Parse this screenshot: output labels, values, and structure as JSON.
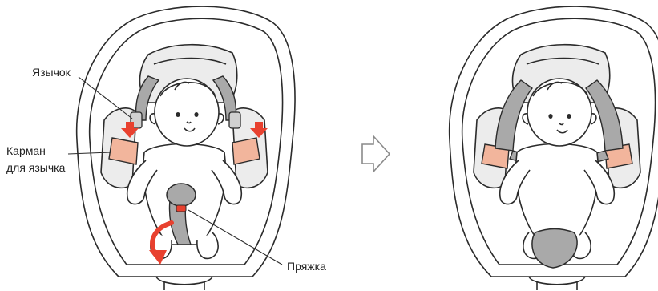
{
  "labels": {
    "tongue": "Язычок",
    "pocket_line1": "Карман",
    "pocket_line2": "для язычка",
    "buckle": "Пряжка"
  },
  "colors": {
    "outline": "#2b2b2b",
    "strap_fill": "#a9a9a9",
    "pocket_fill": "#f2b59c",
    "arrow_red": "#e8412f",
    "seat_fill": "#ffffff",
    "cushion_fill": "#ececec"
  },
  "icons": {
    "step_arrow": "right-outline-arrow-icon",
    "press_arrow": "down-red-arrow-icon",
    "curved_arrow": "curved-red-arrow-icon"
  }
}
